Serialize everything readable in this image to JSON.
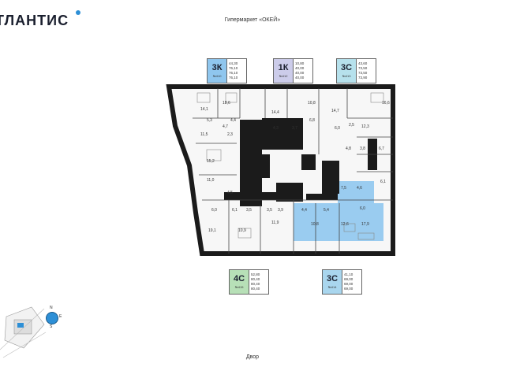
{
  "header": {
    "brand": "ТЛАНТИС",
    "place_label": "Гипермаркет «ОКЕЙ»"
  },
  "footer": {
    "courtyard_label": "Двор"
  },
  "colors": {
    "selected_unit": "#8fc6ee",
    "card_3k": "#8fc6ee",
    "card_1k": "#ccccea",
    "card_3c_top": "#b6e1ec",
    "card_4c": "#b7e0b7",
    "card_3c_bottom": "#a9d6ee",
    "walls": "#1b1b1b",
    "brand_dot": "#2d8fd6"
  },
  "apartment_cards": [
    {
      "rooms": "3К",
      "number": "№410",
      "areas": [
        "44,30",
        "76,10",
        "76,10",
        "76,10"
      ]
    },
    {
      "rooms": "1К",
      "number": "№412",
      "areas": [
        "10,80",
        "40,00",
        "40,00",
        "40,00"
      ]
    },
    {
      "rooms": "3С",
      "number": "№413",
      "areas": [
        "43,60",
        "73,50",
        "73,50",
        "73,90"
      ]
    },
    {
      "rooms": "4С",
      "number": "№415",
      "areas": [
        "52,80",
        "80,40",
        "80,40",
        "80,40"
      ]
    },
    {
      "rooms": "3С",
      "number": "№414",
      "areas": [
        "41,10",
        "69,00",
        "69,00",
        "69,00"
      ]
    }
  ],
  "room_areas": [
    "14,1",
    "18,6",
    "14,4",
    "10,8",
    "16,6",
    "5,3",
    "4,4",
    "6,8",
    "4,7",
    "4,3",
    "3,7",
    "2,5",
    "12,3",
    "14,7",
    "6,0",
    "2,3",
    "11,5",
    "4,8",
    "3,8",
    "6,7",
    "15,2",
    "6,1",
    "11,0",
    "7,5",
    "4,6",
    "4,5",
    "6,0",
    "6,1",
    "3,5",
    "3,5",
    "3,9",
    "4,4",
    "5,4",
    "6,0",
    "19,1",
    "10,9",
    "11,9",
    "10,8",
    "12,6",
    "17,9"
  ],
  "compass": {
    "north": "N",
    "east": "E",
    "south": "S"
  }
}
